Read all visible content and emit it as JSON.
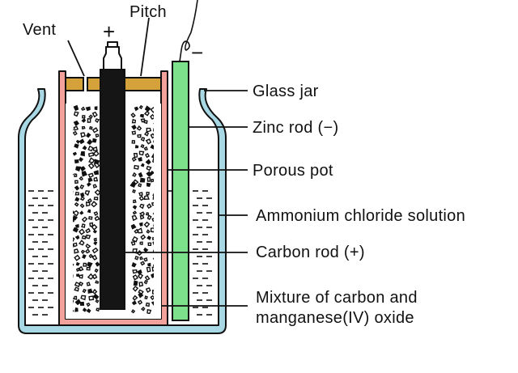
{
  "diagram": {
    "labels": {
      "vent": "Vent",
      "pitch": "Pitch",
      "positive_terminal": "+",
      "negative_terminal": "−",
      "glass_jar": "Glass jar",
      "zinc_rod": "Zinc rod (−)",
      "porous_pot": "Porous pot",
      "ammonium_chloride": "Ammonium chloride solution",
      "carbon_rod": "Carbon rod (+)",
      "mixture_line1": "Mixture of carbon and",
      "mixture_line2": "manganese(IV) oxide"
    },
    "colors": {
      "glass_jar": "#a8d8e4",
      "porous_pot": "#f2a19b",
      "zinc_rod": "#7de08a",
      "carbon_rod": "#151515",
      "pitch": "#d4a13a",
      "outline": "#111111"
    }
  }
}
